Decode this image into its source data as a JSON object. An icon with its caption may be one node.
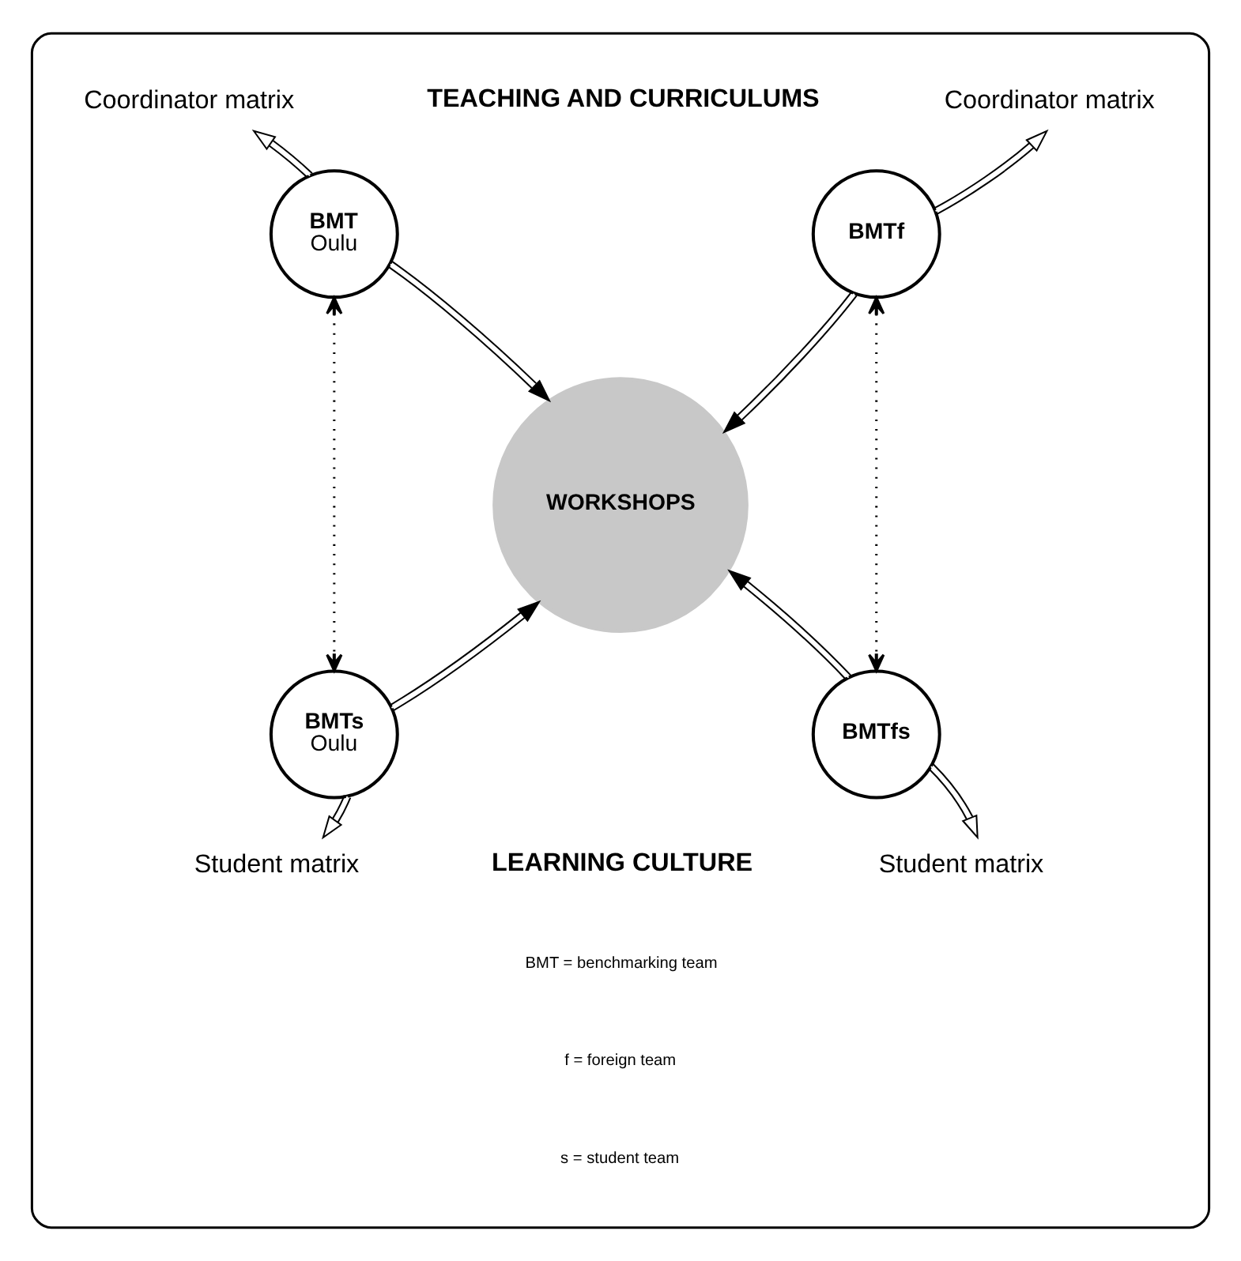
{
  "diagram": {
    "nodes": [
      {
        "text": [],
        "shape": "box"
      },
      {
        "text": [
          "Coordinator matrix"
        ],
        "in": 0
      },
      {
        "text": [
          "Coordinator matrix"
        ],
        "in": 0
      },
      {
        "text": [
          "BMT",
          "Oulu"
        ],
        "in": 0
      },
      {
        "text": [
          "BMTf"
        ],
        "in": 0
      },
      {
        "text": [
          "WORKSHOPS"
        ],
        "in": 0
      },
      {
        "text": [
          "BMTs",
          "Oulu"
        ],
        "in": 0
      },
      {
        "text": [
          "BMTfs"
        ],
        "in": 0
      },
      {
        "text": [
          "Student matrix"
        ],
        "in": 0
      },
      {
        "text": [
          "Student matrix"
        ],
        "in": 0
      }
    ],
    "edges": [
      {
        "from": 3,
        "to": 1,
        "arrow": "to"
      },
      {
        "from": 4,
        "to": 2,
        "arrow": "to"
      },
      {
        "from": 3,
        "to": 5,
        "arrow": "to"
      },
      {
        "from": 4,
        "to": 5,
        "arrow": "to"
      },
      {
        "from": 3,
        "to": 6,
        "arrow": "both",
        "style": "dashed"
      },
      {
        "from": 4,
        "to": 7,
        "arrow": "both",
        "style": "dashed"
      },
      {
        "from": 6,
        "to": 5,
        "arrow": "to"
      },
      {
        "from": 7,
        "to": 5,
        "arrow": "to"
      },
      {
        "from": 6,
        "to": 8,
        "arrow": "to"
      },
      {
        "from": 7,
        "to": 9,
        "arrow": "to"
      }
    ],
    "labels": [
      "TEACHING AND CURRICULUMS",
      "LEARNING CULTURE",
      "BMT = benchmarking team",
      "f = foreign team",
      "s = student team"
    ]
  }
}
